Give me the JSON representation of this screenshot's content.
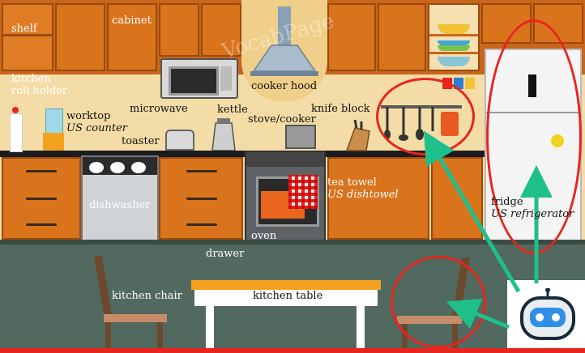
{
  "watermark": "VocabPage",
  "labels": {
    "shelf": "shelf",
    "cabinet": "cabinet",
    "kitchen_roll_holder": "kitchen\nroll holder",
    "worktop": "worktop",
    "worktop_us": "US counter",
    "microwave": "microwave",
    "kettle": "kettle",
    "toaster": "toaster",
    "cooker_hood": "cooker hood",
    "stove_cooker": "stove/cooker",
    "knife_block": "knife block",
    "tea_towel": "tea towel",
    "tea_towel_us": "US dishtowel",
    "dishwasher": "dishwasher",
    "oven": "oven",
    "drawer": "drawer",
    "fridge": "fridge",
    "fridge_us": "US refrigerator",
    "kitchen_chair": "kitchen chair",
    "kitchen_table": "kitchen table"
  },
  "colors": {
    "wall": "#f3dca5",
    "cabinet": "#d9731c",
    "counter": "#1c1c1c",
    "floor": "#4f6b60",
    "annotation_ring": "#e8241e",
    "annotation_arrow": "#1fbf8c"
  }
}
